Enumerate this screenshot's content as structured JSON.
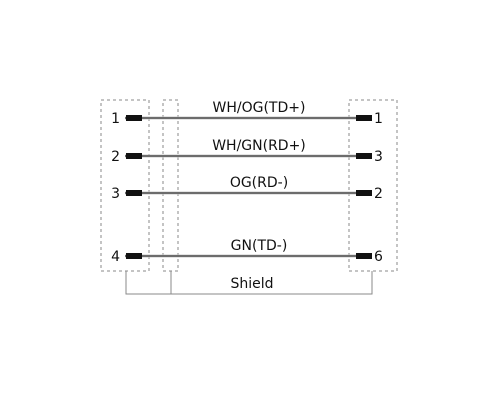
{
  "wires": [
    {
      "label": "WH/OG(TD+)",
      "left_pin": "1",
      "right_pin": "1"
    },
    {
      "label": "WH/GN(RD+)",
      "left_pin": "2",
      "right_pin": "3"
    },
    {
      "label": "OG(RD-)",
      "left_pin": "3",
      "right_pin": "2"
    },
    {
      "label": "GN(TD-)",
      "left_pin": "4",
      "right_pin": "6"
    }
  ],
  "shield_label": "Shield",
  "colors": {
    "line": "#111111",
    "dash": "#8a8a8a",
    "wire": "#c8c8c8"
  }
}
